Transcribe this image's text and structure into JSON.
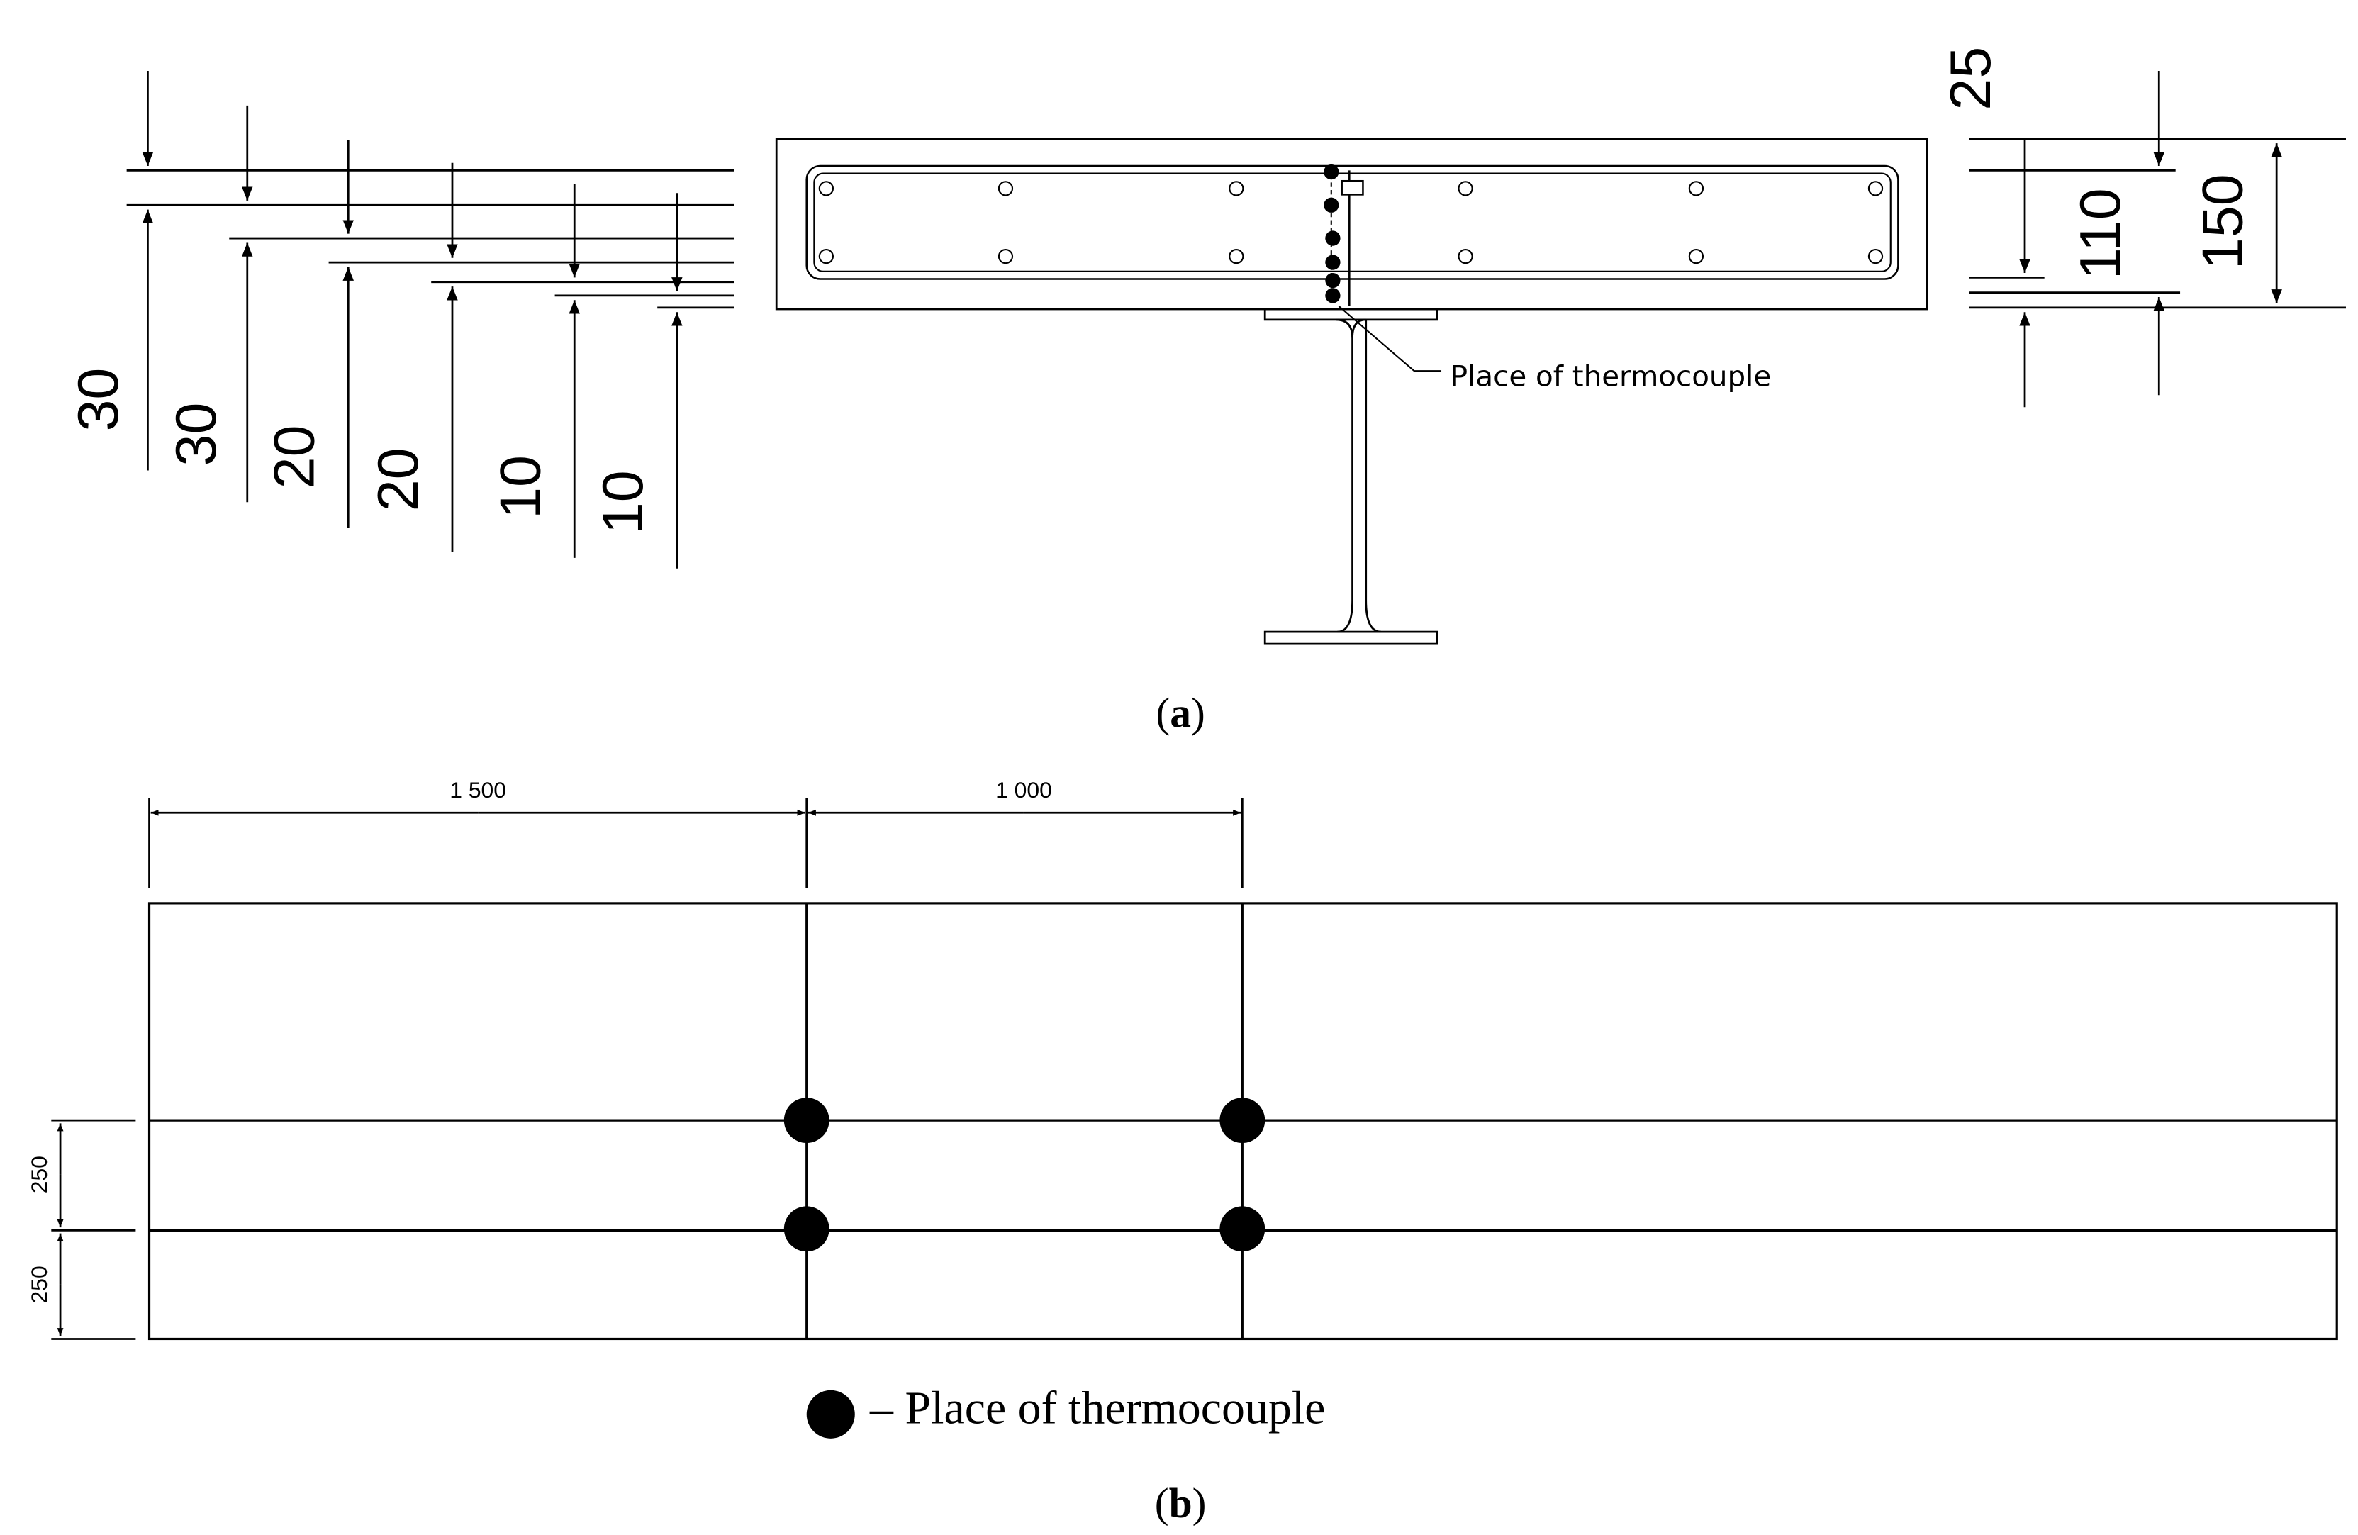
{
  "section_view": {
    "caption_open": "(",
    "caption_letter": "a",
    "caption_close": ")",
    "left_dims": [
      "30",
      "30",
      "20",
      "20",
      "10",
      "10"
    ],
    "right_dims": [
      "25",
      "110",
      "150"
    ],
    "callout": "Place of thermocouple"
  },
  "plan_view": {
    "caption_open": "(",
    "caption_letter": "b",
    "caption_close": ")",
    "top_dims": [
      "1 500",
      "1 000"
    ],
    "side_dims": [
      "250",
      "250"
    ],
    "legend_text": "– Place of thermocouple"
  }
}
